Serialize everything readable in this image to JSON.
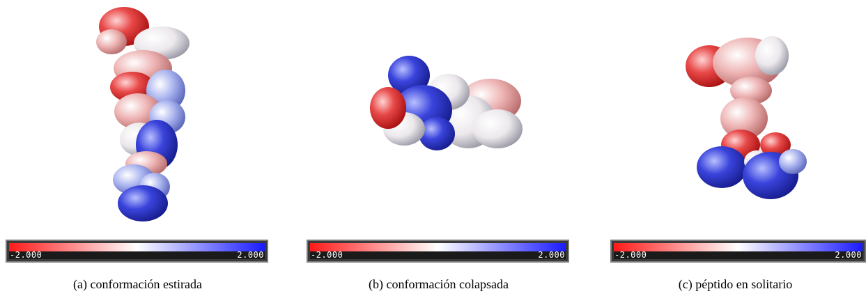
{
  "colorbar": {
    "min_label": "-2.000",
    "max_label": "2.000",
    "colors": [
      "#ff1a1a",
      "#ffffff",
      "#1a1aff"
    ]
  },
  "panels": [
    {
      "caption": "(a) conformación estirada"
    },
    {
      "caption": "(b) conformación colapsada"
    },
    {
      "caption": "(c) péptido en solitario"
    }
  ]
}
